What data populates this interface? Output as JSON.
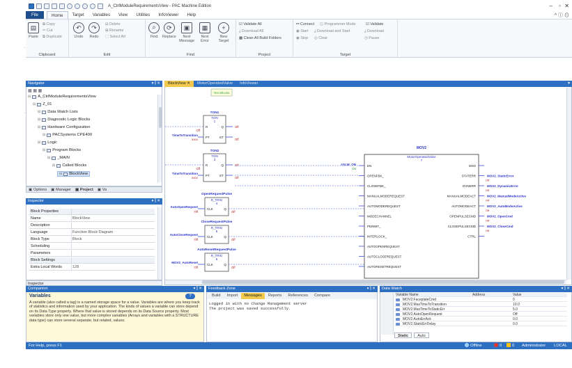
{
  "app": {
    "title": "A_CtrlModuleRequirementsView - PAC Machine Edition",
    "window_controls": {
      "minimize": "–",
      "restore": "▫",
      "close": "✕"
    },
    "help_controls": "^ ⓘ ⊙"
  },
  "menu": [
    {
      "label": "File",
      "style": "file"
    },
    {
      "label": "Home",
      "style": "active"
    },
    {
      "label": "Target",
      "style": ""
    },
    {
      "label": "Variables",
      "style": ""
    },
    {
      "label": "View",
      "style": ""
    },
    {
      "label": "Utilities",
      "style": ""
    },
    {
      "label": "InfoViewer",
      "style": ""
    },
    {
      "label": "Help",
      "style": ""
    }
  ],
  "ribbon": {
    "clipboard": {
      "label": "Clipboard",
      "paste": "Paste",
      "copy": "Copy",
      "cut": "Cut",
      "duplicate": "Duplicate"
    },
    "edit": {
      "label": "Edit",
      "undo": "Undo",
      "redo": "Redo",
      "delete": "Delete",
      "rename": "Rename",
      "select_all": "Select All"
    },
    "find": {
      "label": "Find",
      "find": "Find",
      "replace": "Replace",
      "next_message": "Next Message",
      "next_error": "Next Error",
      "new_target": "New Target"
    },
    "project": {
      "label": "Project",
      "validate_all": "Validate All",
      "download_all": "Download All",
      "clean_all": "Clean All Build Folders"
    },
    "target": {
      "label": "Target",
      "connect": "Connect",
      "programmer_mode": "Programmer Mode",
      "validate": "Validate",
      "start": "Start",
      "download_and_start": "Download and Start",
      "download": "Download",
      "stop": "Stop",
      "clear": "Clear",
      "pause": "Pause"
    }
  },
  "navigator": {
    "title": "Navigator",
    "pin": "▾ ⫿ ✕",
    "tree": [
      {
        "label": "A_CtrlModuleRequirementsView",
        "depth": 0,
        "sel": false
      },
      {
        "label": "Z_01",
        "depth": 1,
        "sel": false
      },
      {
        "label": "Data Watch Lists",
        "depth": 2,
        "sel": false
      },
      {
        "label": "Diagnostic Logic Blocks",
        "depth": 2,
        "sel": false
      },
      {
        "label": "Hardware Configuration",
        "depth": 2,
        "sel": false
      },
      {
        "label": "PACSystems CPE400",
        "depth": 3,
        "sel": false
      },
      {
        "label": "Logic",
        "depth": 2,
        "sel": false
      },
      {
        "label": "Program Blocks",
        "depth": 3,
        "sel": false
      },
      {
        "label": "_MAIN",
        "depth": 4,
        "sel": false
      },
      {
        "label": "Called Blocks",
        "depth": 5,
        "sel": false
      },
      {
        "label": "BlockView",
        "depth": 6,
        "sel": true
      }
    ],
    "tabs": [
      {
        "label": "Options",
        "on": false
      },
      {
        "label": "Manager",
        "on": false
      },
      {
        "label": "Project",
        "on": true
      },
      {
        "label": "Va",
        "on": false
      }
    ]
  },
  "inspector": {
    "title": "Inspector",
    "rows": [
      {
        "k": "Block Properties",
        "v": ""
      },
      {
        "k": "Name",
        "v": "BlockView"
      },
      {
        "k": "Description",
        "v": ""
      },
      {
        "k": "Language",
        "v": "Function Block Diagram"
      },
      {
        "k": "Block Type",
        "v": "Block"
      },
      {
        "k": "Scheduling",
        "v": ""
      },
      {
        "k": "Parameters",
        "v": ""
      },
      {
        "k": "Block Settings",
        "v": ""
      },
      {
        "k": "Extra Local Words",
        "v": "128"
      }
    ],
    "footer": "Inspector"
  },
  "editor": {
    "tabs": [
      {
        "label": "BlockView ✕",
        "on": true
      },
      {
        "label": "MotorOperatedValve",
        "on": false
      },
      {
        "label": "InfoViewer",
        "on": false
      }
    ],
    "text_block": "Text Blocks",
    "ton1": {
      "title": "TON1",
      "type": "TON",
      "num": "1"
    },
    "ton2": {
      "title": "TON2",
      "type": "TON",
      "num": "3"
    },
    "ton_labels": {
      "r": "R",
      "q": "Q",
      "pt": "PT",
      "et": "ET",
      "input": "TimeToTransition",
      "preset": "5000",
      "off": "Off"
    },
    "trig": [
      {
        "title": "OpenRequestPulse",
        "type": "R_TRIG",
        "num": "4",
        "input": "AutoOpenRequest"
      },
      {
        "title": "CloseRequestPulse",
        "type": "R_TRIG",
        "num": "5",
        "input": "AutoCloseRequest"
      },
      {
        "title": "AutoResetRequestPulse",
        "type": "R_TRIG",
        "num": "6",
        "input": "MOV2_AutoReset"
      }
    ],
    "trig_labels": {
      "clk": "CLK",
      "q": "Q",
      "off": "Off"
    },
    "mov": {
      "title": "MOV2",
      "type": "MotorOperatedValve",
      "num": "7",
      "en_input": "#ALW_ON",
      "on": "On",
      "inputs": [
        "EN",
        "OPENFBK_",
        "CLOSEFBK_",
        "MANUALMODEREQUEST",
        "AUTOMODEREQUEST",
        "MODECHANNEL",
        "PERMIT_",
        "INTERLOCK_",
        "AUTOOPENREQUEST",
        "AUTOCLOSEREQUEST",
        "AUTORESETREQUEST"
      ],
      "outputs": [
        "ENO",
        "STATERR",
        "DVNERR",
        "MANUALMODEACT",
        "AUTOMODEACT",
        "OPENPULSECMD",
        "CLOSEPULSECMD",
        "CTRL"
      ],
      "output_tags": [
        "",
        "MOV2_StaticError",
        "MOV2_DynamicError",
        "MOV2_ManualModeActive",
        "MOV2_AutoModeActive",
        "MOV2_OpenCmd",
        "MOV2_CloseCmd",
        ""
      ]
    }
  },
  "companion": {
    "title": "Companion",
    "heading": "Variables",
    "text": "A variable (also called a tag) is a named storage space for a value. Variables are where you keep track of statistics and information used by your application. The kinds of values a variable can store depend on its Data Type property. Where that value is stored depends on its Data Source property. Most variables store only one value, but more complex variables (Arrays and variables with a STRUCTURE data type) can store several separate, but related, values."
  },
  "feedback": {
    "title": "Feedback Zone",
    "tabs": [
      {
        "label": "Build",
        "on": false
      },
      {
        "label": "Import",
        "on": false
      },
      {
        "label": "Messages",
        "on": true
      },
      {
        "label": "Reports",
        "on": false
      },
      {
        "label": "References",
        "on": false
      },
      {
        "label": "Compare",
        "on": false
      }
    ],
    "lines": [
      "Logged in with no Change Management server",
      "The project was saved successfully."
    ]
  },
  "watch": {
    "title": "Data Watch",
    "columns": [
      "Variable Name",
      "Address",
      "Value"
    ],
    "rows": [
      {
        "name": "MOV2.FaceplateCmd",
        "addr": "",
        "val": "0"
      },
      {
        "name": "MOV2.MaxTimeToTransition",
        "addr": "",
        "val": "10.0"
      },
      {
        "name": "MOV2.MaxTimeToStaticErr",
        "addr": "",
        "val": "5.0"
      },
      {
        "name": "MOV2.AutoOpenRequest",
        "addr": "",
        "val": "Off"
      },
      {
        "name": "MOV2.AutoErrAck",
        "addr": "",
        "val": "0.0"
      },
      {
        "name": "MOV2.StaticErrDelay",
        "addr": "",
        "val": "0.0"
      }
    ],
    "tabs": [
      {
        "label": "Static",
        "on": true
      },
      {
        "label": "Auto",
        "on": false
      }
    ]
  },
  "status": {
    "help": "For Help, press F1",
    "offline": "Offline",
    "errors": "0",
    "warnings": "0",
    "user": "Administrator",
    "location": "LOCAL"
  },
  "colors": {
    "accent": "#2d6fc0",
    "tab_active": "#f2c94c",
    "wire": "#3b4bd8",
    "wire_dash": "#7f8ee8",
    "tag": "#2a33c8"
  }
}
